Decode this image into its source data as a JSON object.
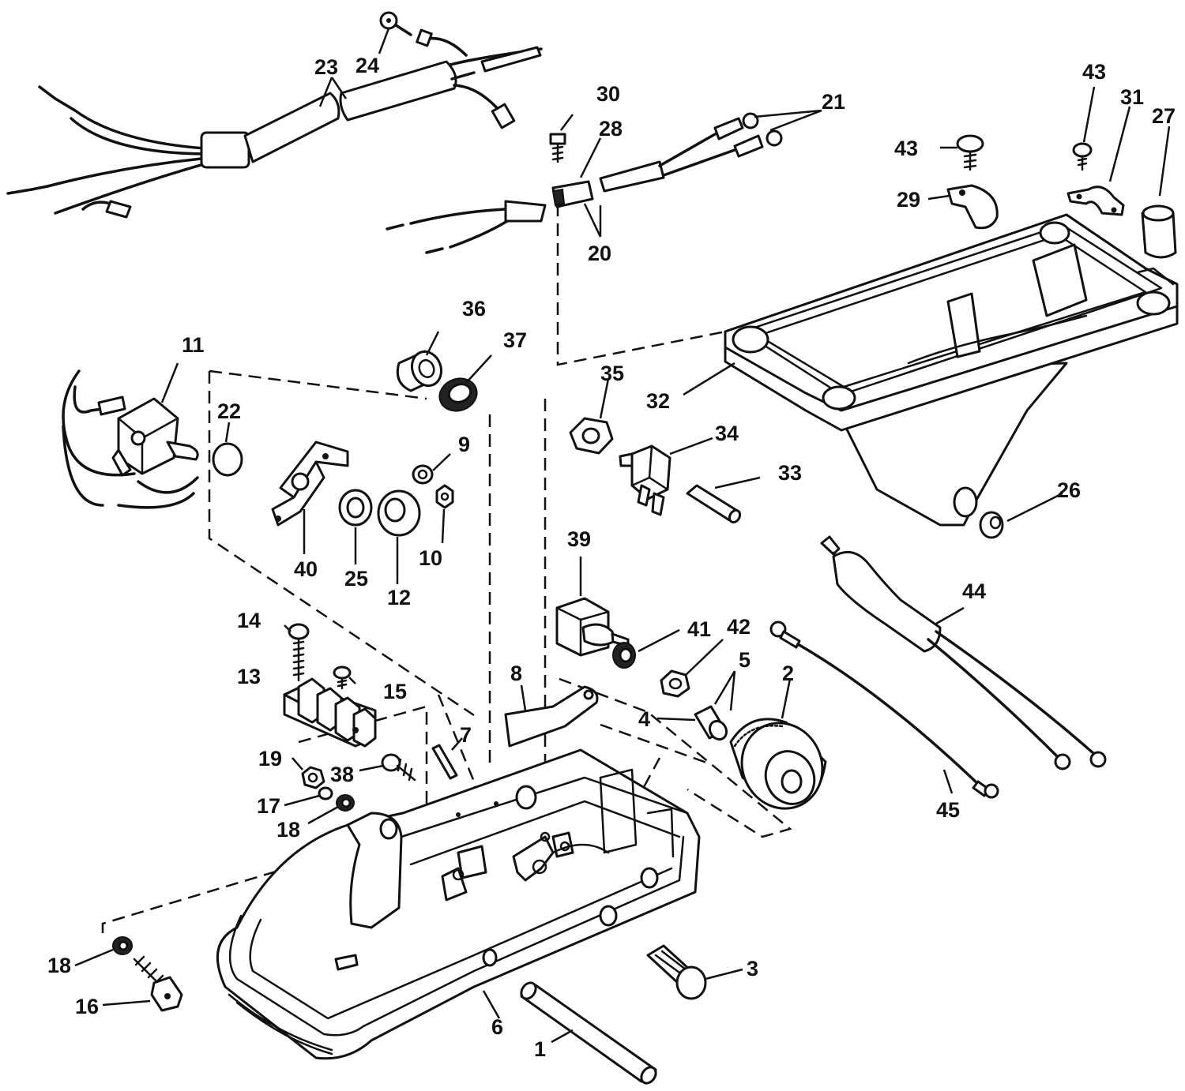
{
  "callouts": [
    {
      "n": "1"
    },
    {
      "n": "2"
    },
    {
      "n": "3"
    },
    {
      "n": "4"
    },
    {
      "n": "5"
    },
    {
      "n": "6"
    },
    {
      "n": "7"
    },
    {
      "n": "8"
    },
    {
      "n": "9"
    },
    {
      "n": "10"
    },
    {
      "n": "11"
    },
    {
      "n": "12"
    },
    {
      "n": "13"
    },
    {
      "n": "14"
    },
    {
      "n": "15"
    },
    {
      "n": "16"
    },
    {
      "n": "17"
    },
    {
      "n": "18"
    },
    {
      "n": "18"
    },
    {
      "n": "19"
    },
    {
      "n": "20"
    },
    {
      "n": "21"
    },
    {
      "n": "22"
    },
    {
      "n": "23"
    },
    {
      "n": "24"
    },
    {
      "n": "25"
    },
    {
      "n": "26"
    },
    {
      "n": "27"
    },
    {
      "n": "28"
    },
    {
      "n": "29"
    },
    {
      "n": "30"
    },
    {
      "n": "31"
    },
    {
      "n": "32"
    },
    {
      "n": "33"
    },
    {
      "n": "34"
    },
    {
      "n": "35"
    },
    {
      "n": "36"
    },
    {
      "n": "37"
    },
    {
      "n": "38"
    },
    {
      "n": "39"
    },
    {
      "n": "40"
    },
    {
      "n": "41"
    },
    {
      "n": "42"
    },
    {
      "n": "43"
    },
    {
      "n": "43"
    },
    {
      "n": "44"
    },
    {
      "n": "45"
    }
  ],
  "colors": {
    "ink": "#111111",
    "paper": "#ffffff"
  }
}
